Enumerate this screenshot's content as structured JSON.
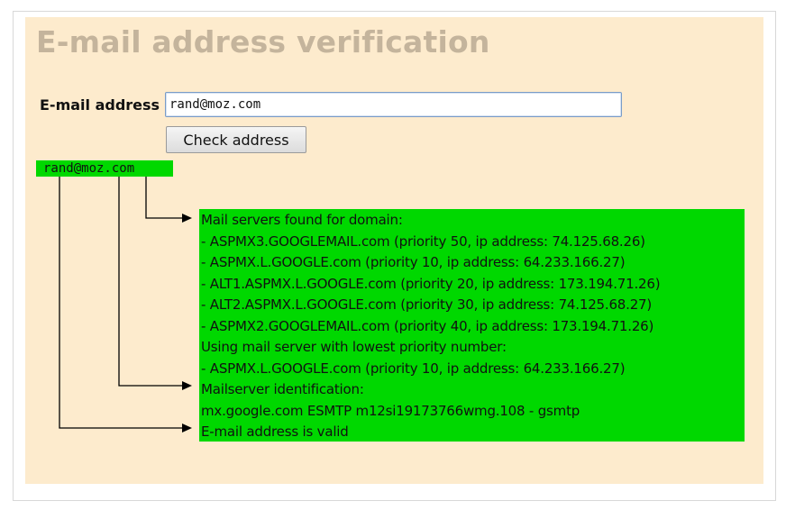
{
  "page": {
    "title": "E-mail address verification"
  },
  "form": {
    "email_label": "E-mail address",
    "email_value": "rand@moz.com",
    "check_button_label": "Check address"
  },
  "result": {
    "address_tag": "rand@moz.com",
    "lines": [
      "Mail servers found for domain:",
      "- ASPMX3.GOOGLEMAIL.com (priority 50, ip address: 74.125.68.26)",
      "- ASPMX.L.GOOGLE.com (priority 10, ip address: 64.233.166.27)",
      "- ALT1.ASPMX.L.GOOGLE.com (priority 20, ip address: 173.194.71.26)",
      "- ALT2.ASPMX.L.GOOGLE.com (priority 30, ip address: 74.125.68.27)",
      "- ASPMX2.GOOGLEMAIL.com (priority 40, ip address: 173.194.71.26)",
      "Using mail server with lowest priority number:",
      "- ASPMX.L.GOOGLE.com (priority 10, ip address: 64.233.166.27)",
      "Mailserver identification:",
      "mx.google.com ESMTP m12si19173766wmg.108 - gsmtp",
      "E-mail address is valid"
    ]
  },
  "colors": {
    "panel_background": "#fdebcd",
    "title_color": "#c4b49c",
    "result_background": "#00d800"
  }
}
